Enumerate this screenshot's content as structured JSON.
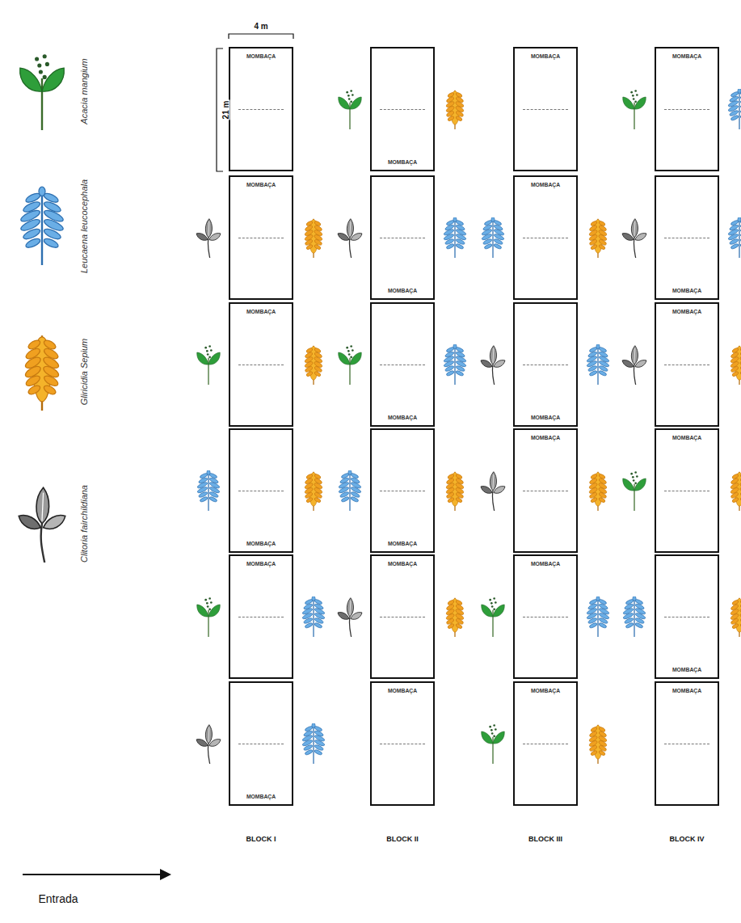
{
  "diagram": {
    "nodes": [
      {
        "text": [
          "MOMBAÇA"
        ]
      },
      {
        "text": [
          "MOMBAÇA"
        ]
      },
      {
        "text": [
          "MOMBAÇA"
        ]
      },
      {
        "text": [
          "MOMBAÇA"
        ]
      },
      {
        "text": [
          "MOMBAÇA"
        ]
      },
      {
        "text": [
          "MOMBAÇA"
        ]
      },
      {
        "text": [
          "MOMBAÇA"
        ]
      },
      {
        "text": [
          "MOMBAÇA"
        ]
      },
      {
        "text": [
          "MOMBAÇA"
        ]
      },
      {
        "text": [
          "MOMBAÇA"
        ]
      },
      {
        "text": [
          "MOMBAÇA"
        ]
      },
      {
        "text": [
          "MOMBAÇA"
        ]
      },
      {
        "text": [
          "MOMBAÇA"
        ]
      },
      {
        "text": [
          "MOMBAÇA"
        ]
      },
      {
        "text": [
          "MOMBAÇA"
        ]
      },
      {
        "text": [
          "MOMBAÇA"
        ]
      },
      {
        "text": [
          "MOMBAÇA"
        ]
      },
      {
        "text": [
          "MOMBAÇA"
        ]
      },
      {
        "text": [
          "MOMBAÇA"
        ]
      },
      {
        "text": [
          "MOMBAÇA"
        ]
      },
      {
        "text": [
          "MOMBAÇA"
        ]
      },
      {
        "text": [
          "MOMBAÇA"
        ]
      },
      {
        "text": [
          "MOMBAÇA"
        ]
      },
      {
        "text": [
          "MOMBAÇA"
        ]
      }
    ],
    "labels": [
      "4 m",
      "21 m",
      "BLOCK I",
      "BLOCK II",
      "BLOCK III",
      "BLOCK IV",
      "Entrada"
    ],
    "legend": [
      {
        "text": "Acacia mangium"
      },
      {
        "text": "Leucaena leucocephala"
      },
      {
        "text": "Gliricidia Sepium"
      },
      {
        "text": "Clitoria fairchildiana"
      }
    ]
  }
}
